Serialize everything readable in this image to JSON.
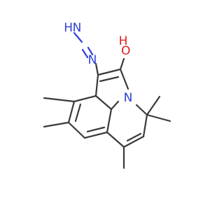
{
  "molecule": {
    "atoms": {
      "imine_nh": {
        "symbol": "H",
        "color": "#2f3fd6"
      },
      "imine_n_outer": {
        "symbol": "N",
        "color": "#2f3fd6"
      },
      "imine_n_inner": {
        "symbol": "N",
        "color": "#2f3fd6"
      },
      "hydroxyl_o": {
        "symbol": "O",
        "color": "#e0201c"
      },
      "hydroxyl_h": {
        "symbol": "H",
        "color": "#e0201c"
      },
      "ring_n": {
        "symbol": "N",
        "color": "#2f3fd6"
      }
    },
    "bond_color": "#3a3a3a"
  }
}
